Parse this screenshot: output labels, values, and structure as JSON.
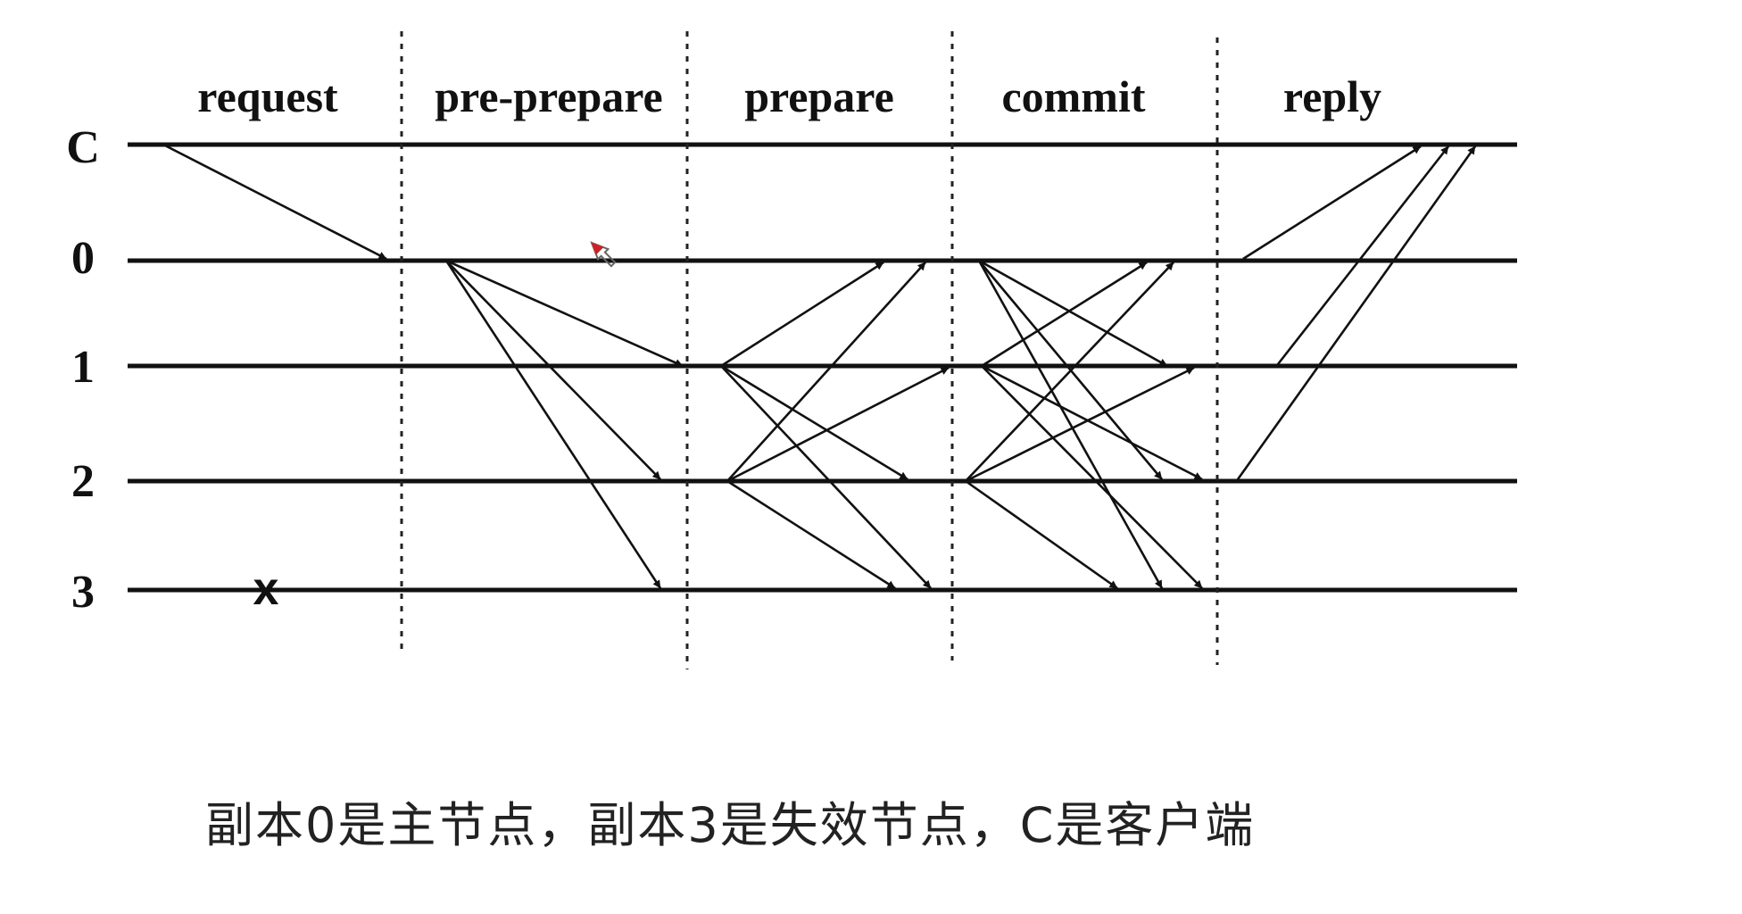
{
  "diagram": {
    "phases": [
      "request",
      "pre-prepare",
      "prepare",
      "commit",
      "reply"
    ],
    "nodes": [
      "C",
      "0",
      "1",
      "2",
      "3"
    ],
    "failure_mark": "x",
    "failed_node": "3",
    "primary_node": "0",
    "client_node": "C",
    "messages": {
      "request": [
        [
          "C",
          "0"
        ]
      ],
      "pre-prepare": [
        [
          "0",
          "1"
        ],
        [
          "0",
          "2"
        ],
        [
          "0",
          "3"
        ]
      ],
      "prepare": [
        [
          "1",
          "0"
        ],
        [
          "1",
          "2"
        ],
        [
          "1",
          "3"
        ],
        [
          "2",
          "0"
        ],
        [
          "2",
          "1"
        ],
        [
          "2",
          "3"
        ]
      ],
      "commit": [
        [
          "0",
          "1"
        ],
        [
          "0",
          "2"
        ],
        [
          "0",
          "3"
        ],
        [
          "1",
          "0"
        ],
        [
          "1",
          "2"
        ],
        [
          "1",
          "3"
        ],
        [
          "2",
          "0"
        ],
        [
          "2",
          "1"
        ],
        [
          "2",
          "3"
        ]
      ],
      "reply": [
        [
          "0",
          "C"
        ],
        [
          "1",
          "C"
        ],
        [
          "2",
          "C"
        ]
      ]
    }
  },
  "caption": "副本0是主节点，副本3是失效节点，C是客户端",
  "colors": {
    "ink": "#111111",
    "cursor": "#d42020"
  }
}
